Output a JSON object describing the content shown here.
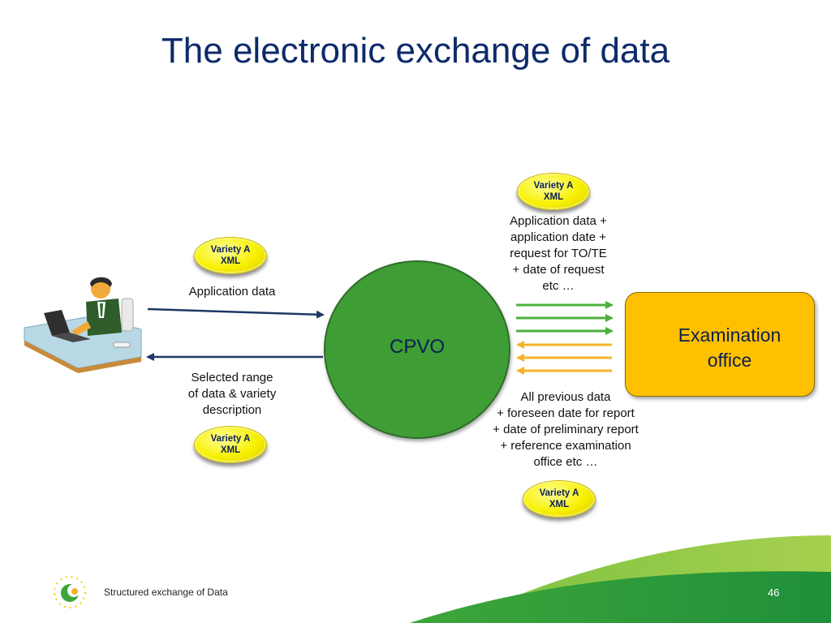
{
  "slide": {
    "title": "The electronic exchange of data",
    "footer": "Structured exchange of Data",
    "page_number": "46"
  },
  "nodes": {
    "cpvo": "CPVO",
    "examination_office": "Examination\noffice"
  },
  "badges": {
    "top_right": "Variety A\nXML",
    "left_upper": "Variety A\nXML",
    "left_lower": "Variety A\nXML",
    "bottom_right": "Variety A\nXML"
  },
  "labels": {
    "application_data": "Application data",
    "selected_range": "Selected range\nof data & variety\ndescription",
    "to_exam": "Application data +\napplication date +\nrequest for TO/TE\n+ date of request\netc …",
    "from_exam": "All previous data\n+  foreseen date for report\n+ date of preliminary report\n+ reference examination\noffice  etc …"
  },
  "colors": {
    "title": "#0d2a6b",
    "cpvo_fill": "#3e9e35",
    "exam_fill": "#ffc000",
    "arrow_dark": "#1f3864",
    "arrow_green": "#4caf3a",
    "arrow_orange": "#f4b428",
    "badge_fill": "#f7f000"
  }
}
